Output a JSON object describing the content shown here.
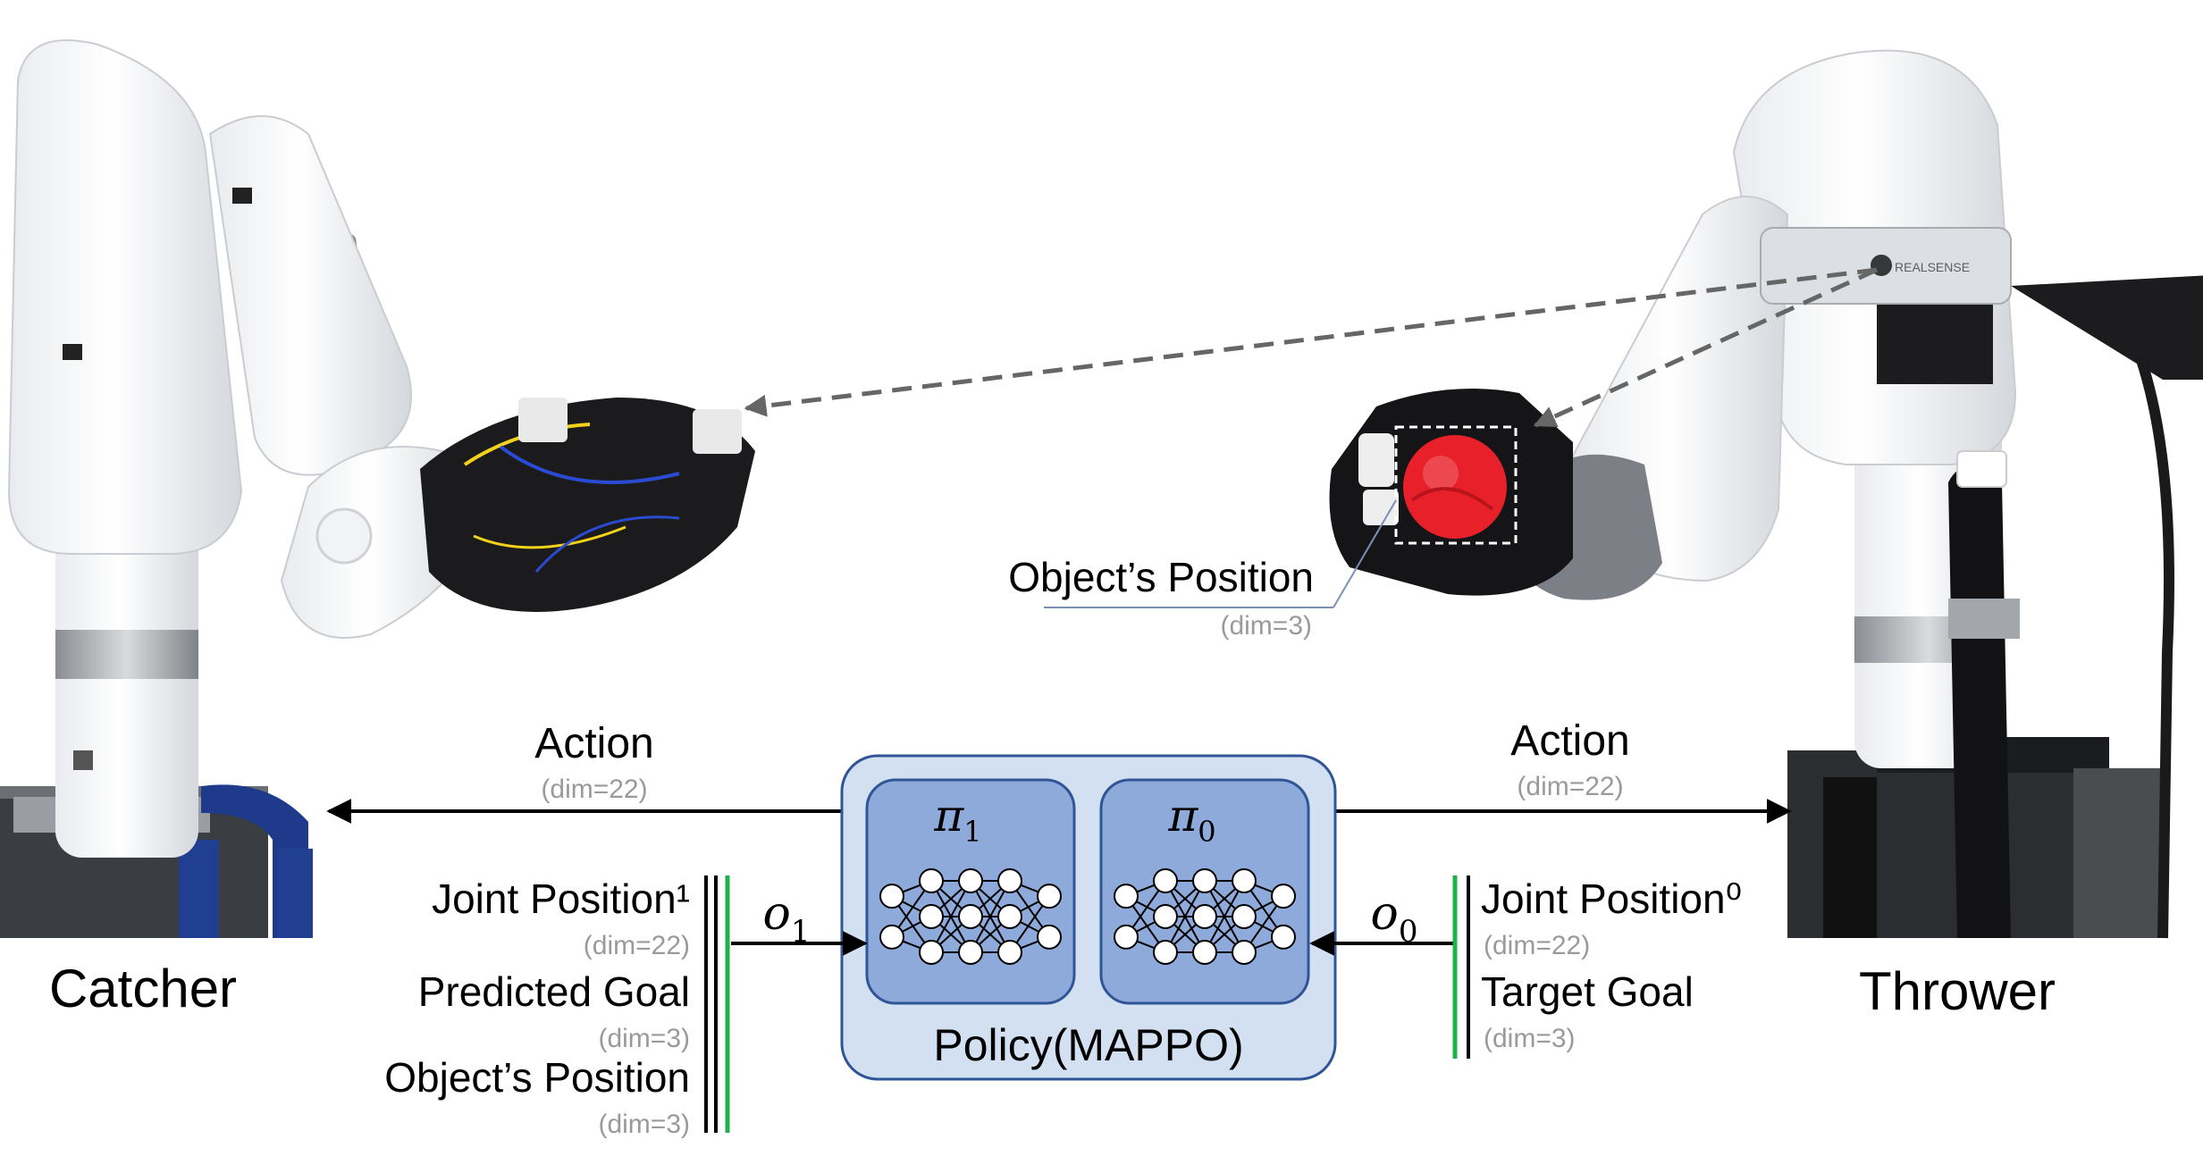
{
  "robots": {
    "catcher_label": "Catcher",
    "thrower_label": "Thrower",
    "camera_brand": "REALSENSE"
  },
  "policy": {
    "title": "Policy(MAPPO)",
    "agent1": {
      "symbol": "π",
      "index": "1"
    },
    "agent0": {
      "symbol": "π",
      "index": "0"
    }
  },
  "observations": {
    "o1": {
      "symbol": "o",
      "index": "1"
    },
    "o0": {
      "symbol": "o",
      "index": "0"
    }
  },
  "actions": {
    "left": {
      "label": "Action",
      "dim": "(dim=22)"
    },
    "right": {
      "label": "Action",
      "dim": "(dim=22)"
    }
  },
  "object_annotation": {
    "label": "Object’s Position",
    "dim": "(dim=3)"
  },
  "catcher_inputs": [
    {
      "label": "Joint Position¹",
      "dim": "(dim=22)"
    },
    {
      "label": "Predicted Goal",
      "dim": "(dim=3)"
    },
    {
      "label": "Object’s Position",
      "dim": "(dim=3)"
    }
  ],
  "thrower_inputs": [
    {
      "label": "Joint Position⁰",
      "dim": "(dim=22)"
    },
    {
      "label": "Target Goal",
      "dim": "(dim=3)"
    }
  ],
  "colors": {
    "box_outer_fill": "#d3e0f2",
    "box_outer_stroke": "#2f5597",
    "box_inner_fill": "#8eaadb",
    "input_bar_green": "#1db34a",
    "dim_text": "#9a9a9a",
    "ball_red": "#e8202a",
    "arrow_dashed": "#666666"
  }
}
